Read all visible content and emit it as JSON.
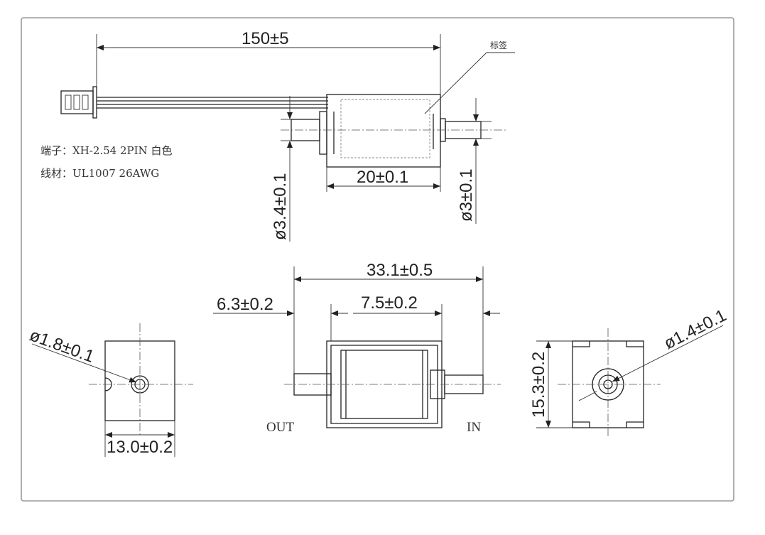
{
  "title_label": "标签",
  "notes": {
    "terminal": "端子：XH-2.54 2PIN 白色",
    "wire": "线材：UL1007 26AWG"
  },
  "dimensions": {
    "cable_length": "150±5",
    "body_length": "20±0.1",
    "outlet_dia": "ø3.4±0.1",
    "inlet_dia": "ø3±0.1",
    "total_length": "33.1±0.5",
    "out_nozzle": "6.3±0.2",
    "in_nozzle": "7.5±0.2",
    "left_hole_dia": "ø1.8±0.1",
    "width": "13.0±0.2",
    "height": "15.3±0.2",
    "right_hole_dia": "ø1.4±0.1"
  },
  "ports": {
    "out": "OUT",
    "in": "IN"
  }
}
